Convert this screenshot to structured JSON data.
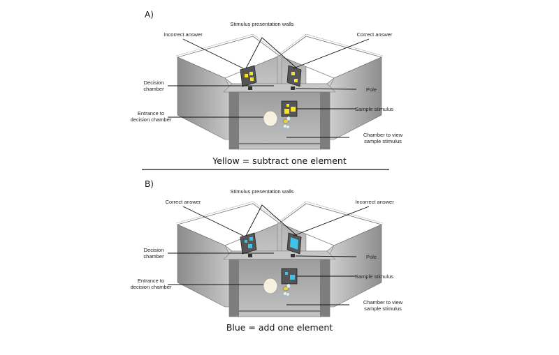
{
  "panels": [
    {
      "id": "A",
      "letter": "A)",
      "walls_label": "Stimulus presentation walls",
      "left_answer_label": "Incorrect answer",
      "right_answer_label": "Correct answer",
      "decision_chamber_label": [
        "Decision",
        "chamber"
      ],
      "entrance_label": [
        "Entrance to",
        "decision chamber"
      ],
      "pole_label": "Pole",
      "sample_label": "Sample stimulus",
      "view_chamber_label": [
        "Chamber to view",
        "sample stimulus"
      ],
      "caption": "Yellow = subtract one element",
      "stimulus_color": "#f5e52a",
      "left_stimulus_elements": 3,
      "right_stimulus_elements": 2,
      "sample_stimulus_elements": 3
    },
    {
      "id": "B",
      "letter": "B)",
      "walls_label": "Stimulus presentation walls",
      "left_answer_label": "Correct answer",
      "right_answer_label": "Incorrect answer",
      "decision_chamber_label": [
        "Decision",
        "chamber"
      ],
      "entrance_label": [
        "Entrance to",
        "decision chamber"
      ],
      "pole_label": "Pole",
      "sample_label": "Sample stimulus",
      "view_chamber_label": [
        "Chamber to view",
        "sample stimulus"
      ],
      "caption": "Blue = add one element",
      "stimulus_color": "#3fc3e8",
      "left_stimulus_elements": 3,
      "right_stimulus_elements": 1,
      "sample_stimulus_elements": 2
    }
  ]
}
